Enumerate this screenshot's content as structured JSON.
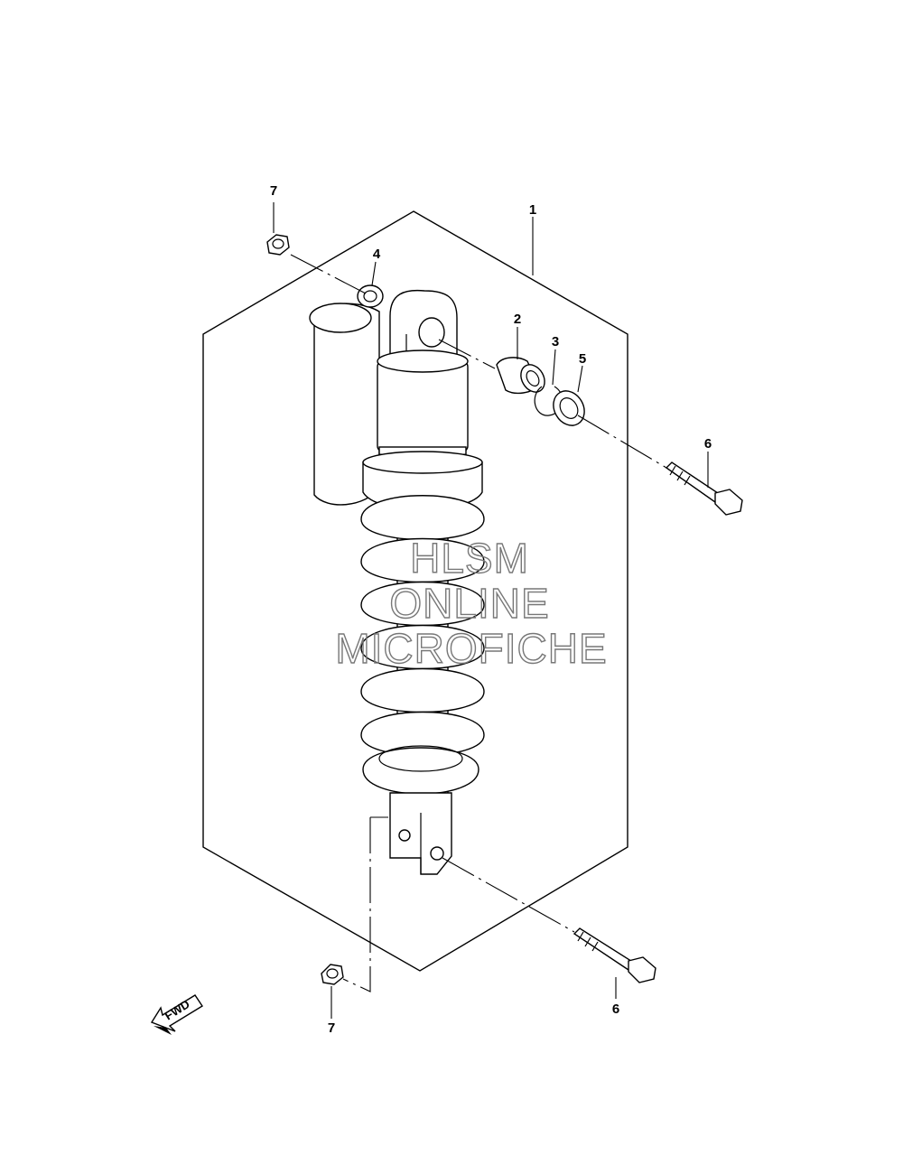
{
  "callouts": {
    "c1": "1",
    "c2": "2",
    "c3": "3",
    "c4": "4",
    "c5": "5",
    "c6_top": "6",
    "c6_bottom": "6",
    "c7_top": "7",
    "c7_bottom": "7"
  },
  "watermark": {
    "line1": "HLSM",
    "line2": "ONLINE",
    "line3": "MICROFICHE"
  },
  "fwd_label": "FWD"
}
